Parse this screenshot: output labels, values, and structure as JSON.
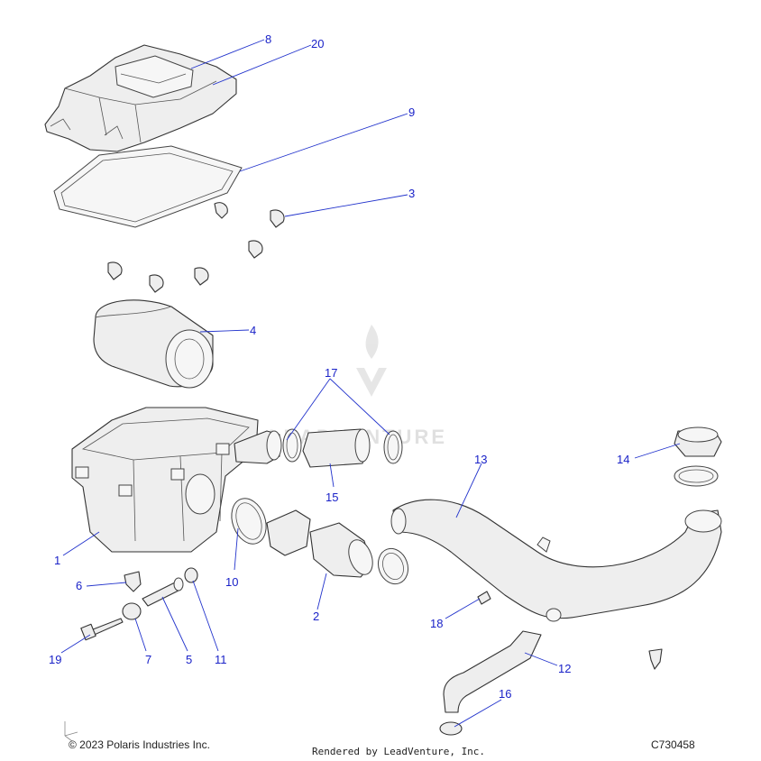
{
  "callouts": [
    {
      "id": "1",
      "label": "1"
    },
    {
      "id": "2",
      "label": "2"
    },
    {
      "id": "3",
      "label": "3"
    },
    {
      "id": "4",
      "label": "4"
    },
    {
      "id": "5",
      "label": "5"
    },
    {
      "id": "6",
      "label": "6"
    },
    {
      "id": "7",
      "label": "7"
    },
    {
      "id": "8",
      "label": "8"
    },
    {
      "id": "9",
      "label": "9"
    },
    {
      "id": "10",
      "label": "10"
    },
    {
      "id": "11",
      "label": "11"
    },
    {
      "id": "12",
      "label": "12"
    },
    {
      "id": "13",
      "label": "13"
    },
    {
      "id": "14",
      "label": "14"
    },
    {
      "id": "15",
      "label": "15"
    },
    {
      "id": "16",
      "label": "16"
    },
    {
      "id": "17",
      "label": "17"
    },
    {
      "id": "18",
      "label": "18"
    },
    {
      "id": "19",
      "label": "19"
    },
    {
      "id": "20",
      "label": "20"
    }
  ],
  "footer": {
    "copyright": "© 2023 Polaris Industries Inc.",
    "rendered_by": "Rendered by LeadVenture, Inc.",
    "diagram_code": "C730458"
  },
  "watermark": {
    "text": "LEADVENTURE"
  },
  "colors": {
    "callout": "#1a22c8",
    "leader": "#2233cc",
    "part_fill": "#eeeeee",
    "part_stroke": "#333333"
  }
}
